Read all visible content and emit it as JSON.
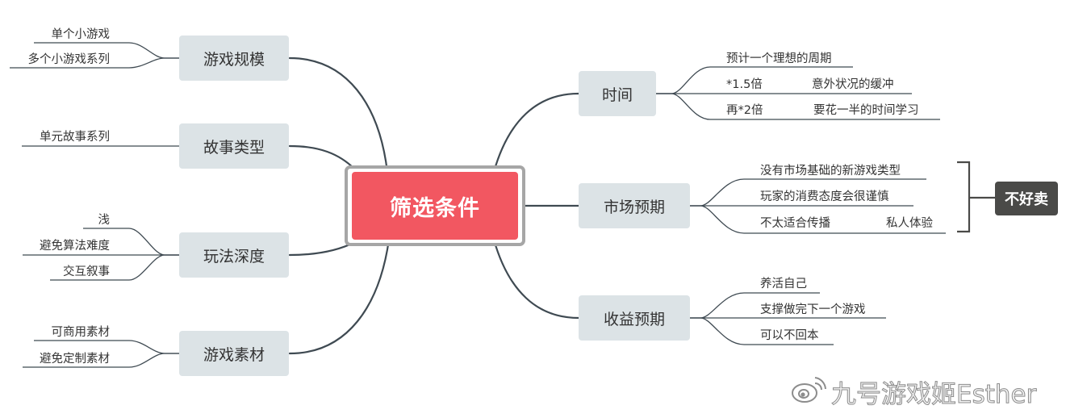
{
  "colors": {
    "center_fill": "#f25761",
    "center_frame": "#a6a6a6",
    "topic_fill": "#dce3e6",
    "line": "#3f4a52",
    "note_fill": "#4a4a48"
  },
  "center": {
    "label": "筛选条件"
  },
  "left_topics": [
    {
      "label": "游戏规模",
      "leaves": [
        "单个小游戏",
        "多个小游戏系列"
      ]
    },
    {
      "label": "故事类型",
      "leaves": [
        "单元故事系列"
      ]
    },
    {
      "label": "玩法深度",
      "leaves": [
        "浅",
        "避免算法难度",
        "交互叙事"
      ]
    },
    {
      "label": "游戏素材",
      "leaves": [
        "可商用素材",
        "避免定制素材"
      ]
    }
  ],
  "right_topics": [
    {
      "label": "时间",
      "leaves": [
        {
          "text": "预计一个理想的周期"
        },
        {
          "text": "*1.5倍",
          "child": "意外状况的缓冲"
        },
        {
          "text": "再*2倍",
          "child": "要花一半的时间学习"
        }
      ]
    },
    {
      "label": "市场预期",
      "leaves": [
        {
          "text": "没有市场基础的新游戏类型"
        },
        {
          "text": "玩家的消费态度会很谨慎"
        },
        {
          "text": "不太适合传播",
          "child": "私人体验"
        }
      ]
    },
    {
      "label": "收益预期",
      "leaves": [
        {
          "text": "养活自己"
        },
        {
          "text": "支撑做完下一个游戏"
        },
        {
          "text": "可以不回本"
        }
      ]
    }
  ],
  "summary": {
    "label": "不好卖"
  },
  "watermark": {
    "icon": "weibo-icon",
    "text": "九号游戏姬Esther"
  }
}
